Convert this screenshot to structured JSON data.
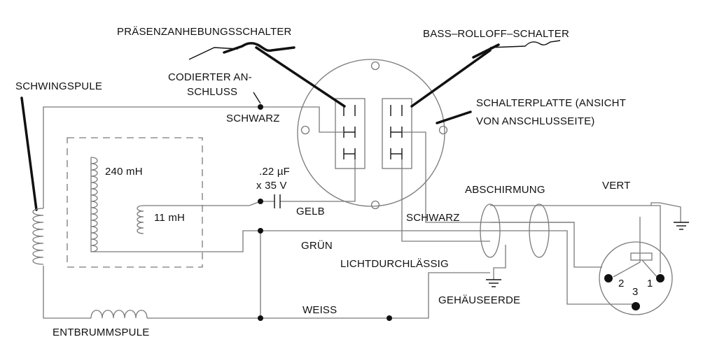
{
  "labels": {
    "presence_switch": "PRÄSENZANHEBUNGSSCHALTER",
    "bass_switch": "BASS–ROLLOFF–SCHALTER",
    "coded_connector_line1": "CODIERTER AN-",
    "coded_connector_line2": "SCHLUSS",
    "voice_coil": "SCHWINGSPULE",
    "black_1": "SCHWARZ",
    "switch_plate_line1": "SCHALTERPLATTE (ANSICHT",
    "switch_plate_line2": "VON ANSCHLUSSEITE)",
    "ind_240": "240 mH",
    "ind_11": "11 mH",
    "cap_line1": ".22 µF",
    "cap_line2": "x 35 V",
    "yellow": "GELB",
    "shield": "ABSCHIRMUNG",
    "vert": "VERT",
    "black_2": "SCHWARZ",
    "green": "GRÜN",
    "clear": "LICHTDURCHLÄSSIG",
    "case_ground": "GEHÄUSEERDE",
    "white": "WEISS",
    "hum_bucking": "ENTBRUMMSPULE",
    "pin_1": "1",
    "pin_2": "2",
    "pin_3": "3"
  },
  "colors": {
    "wire": "#7a7a7a",
    "ink": "#111111",
    "background": "#ffffff"
  }
}
